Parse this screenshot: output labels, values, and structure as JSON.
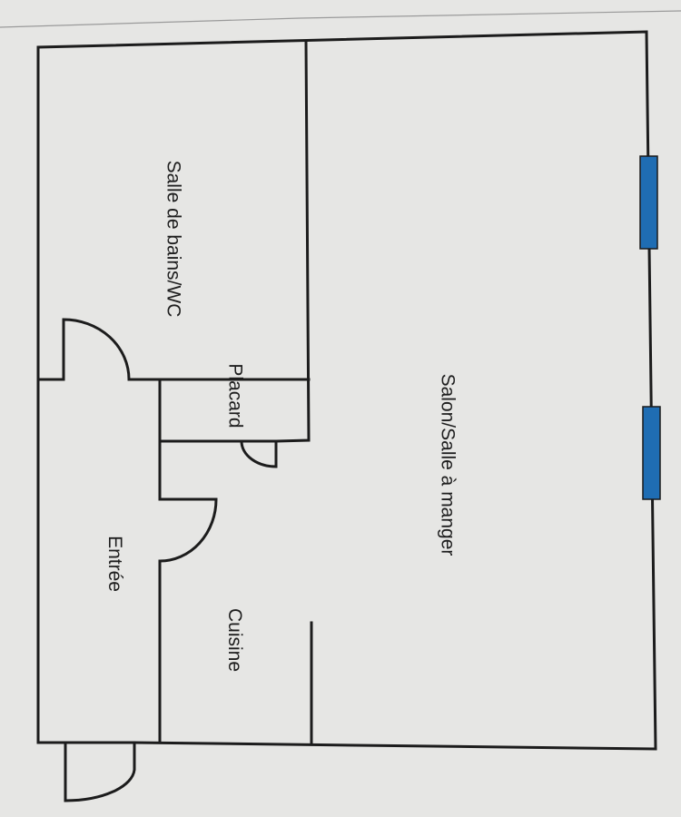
{
  "plan": {
    "rooms": {
      "bathroom": "Salle de bains/WC",
      "living": "Salon/Salle à manger",
      "closet": "Placard",
      "kitchen": "Cuisine",
      "entry": "Entrée"
    },
    "colors": {
      "paper": "#e6e6e4",
      "walls": "#1c1c1c",
      "window": "#1f6db3"
    }
  }
}
